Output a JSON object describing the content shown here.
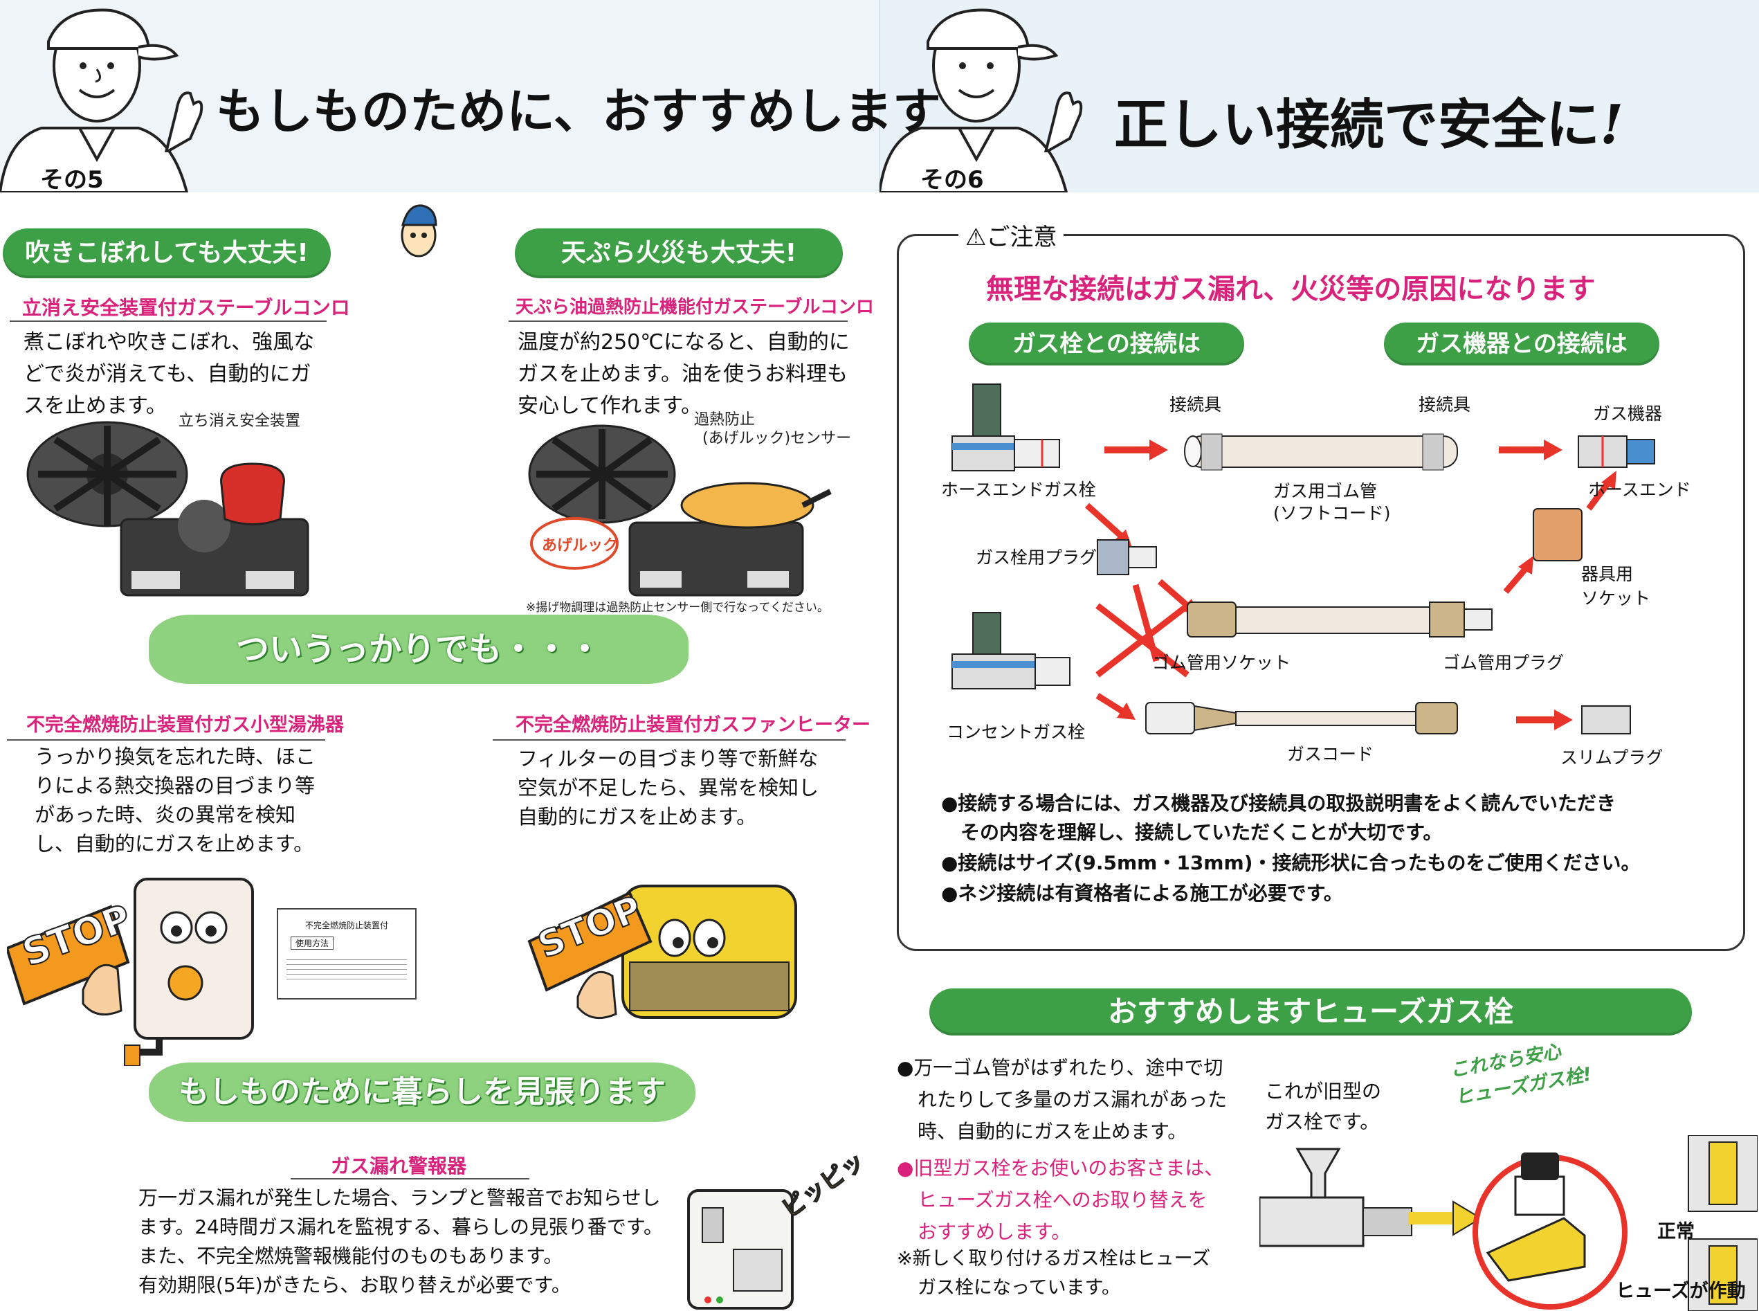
{
  "left_header": {
    "badge": "その5",
    "title": "もしものために、おすすめします"
  },
  "right_header": {
    "badge": "その6",
    "title": "正しい接続で安全に",
    "title_mark": "!"
  },
  "section1": {
    "pill": "吹きこぼれしても大丈夫!",
    "subtitle": "立消え安全装置付ガステーブルコンロ",
    "body": [
      "煮こぼれや吹きこぼれ、強風な",
      "どで炎が消えても、自動的にガ",
      "スを止めます。"
    ],
    "callout": "立ち消え安全装置"
  },
  "section2": {
    "pill": "天ぷら火災も大丈夫!",
    "subtitle": "天ぷら油過熱防止機能付ガステーブルコンロ",
    "body": [
      "温度が約250℃になると、自動的に",
      "ガスを止めます。油を使うお料理も",
      "安心して作れます。"
    ],
    "callout": [
      "過熱防止",
      "(あげルック)センサー"
    ],
    "badge": "あげルック",
    "note": "※揚げ物調理は過熱防止センサー側で行なってください。"
  },
  "banner1": "ついうっかりでも・・・",
  "section3": {
    "subtitle": "不完全燃焼防止装置付ガス小型湯沸器",
    "body": [
      "うっかり換気を忘れた時、ほこ",
      "りによる熱交換器の目づまり等",
      "があった時、炎の異常を検知",
      "し、自動的にガスを止めます。"
    ],
    "stop": "STOP",
    "label_card": {
      "title": "不完全燃焼防止装置付",
      "usage": "使用方法"
    }
  },
  "section4": {
    "subtitle": "不完全燃焼防止装置付ガスファンヒーター",
    "body": [
      "フィルターの目づまり等で新鮮な",
      "空気が不足したら、異常を検知し",
      "自動的にガスを止めます。"
    ],
    "stop": "STOP"
  },
  "banner2": "もしものために暮らしを見張ります",
  "section5": {
    "subtitle": "ガス漏れ警報器",
    "body": [
      "万一ガス漏れが発生した場合、ランプと警報音でお知らせし",
      "ます。24時間ガス漏れを監視する、暮らしの見張り番です。",
      "また、不完全燃焼警報機能付のものもあります。",
      "有効期限(5年)がきたら、お取り替えが必要です。"
    ],
    "sound": "ピッピッ"
  },
  "caution": {
    "label": "ご注意",
    "headline": "無理な接続はガス漏れ、火災等の原因になります",
    "pill_left": "ガス栓との接続は",
    "pill_right": "ガス機器との接続は",
    "labels": {
      "hose_end_valve": "ホースエンドガス栓",
      "connector_left": "接続具",
      "connector_right": "接続具",
      "gas_appliance": "ガス機器",
      "hose_end": "ホースエンド",
      "rubber_hose": [
        "ガス用ゴム管",
        "(ソフトコード)"
      ],
      "valve_plug": "ガス栓用プラグ",
      "device_socket": [
        "器具用",
        "ソケット"
      ],
      "rubber_socket": "ゴム管用ソケット",
      "rubber_plug": "ゴム管用プラグ",
      "outlet_valve": "コンセントガス栓",
      "gas_cord": "ガスコード",
      "slim_plug": "スリムプラグ"
    },
    "bullets": [
      "●接続する場合には、ガス機器及び接続具の取扱説明書をよく読んでいただき",
      "その内容を理解し、接続していただくことが大切です。",
      "●接続はサイズ(9.5mm・13mm)・接続形状に合ったものをご使用ください。",
      "●ネジ接続は有資格者による施工が必要です。"
    ]
  },
  "fuse": {
    "pill": "おすすめしますヒューズガス栓",
    "body1": [
      "●万一ゴム管がはずれたり、途中で切",
      "れたりして多量のガス漏れがあった",
      "時、自動的にガスを止めます。"
    ],
    "body2": [
      "●旧型ガス栓をお使いのお客さまは、",
      "ヒューズガス栓へのお取り替えを",
      "おすすめします。"
    ],
    "body3": [
      "※新しく取り付けるガス栓はヒューズ",
      "ガス栓になっています。"
    ],
    "old_label": [
      "これが旧型の",
      "ガス栓です。"
    ],
    "new_label": [
      "これなら安心",
      "ヒューズガス栓!"
    ],
    "normal": "正常",
    "fuse_active": "ヒューズが作動"
  },
  "colors": {
    "green": "#3da046",
    "light_green": "#8ed27f",
    "pink": "#d8227c",
    "red_arrow": "#e8332a",
    "yellow": "#f2d22e",
    "orange": "#f39a1e"
  }
}
